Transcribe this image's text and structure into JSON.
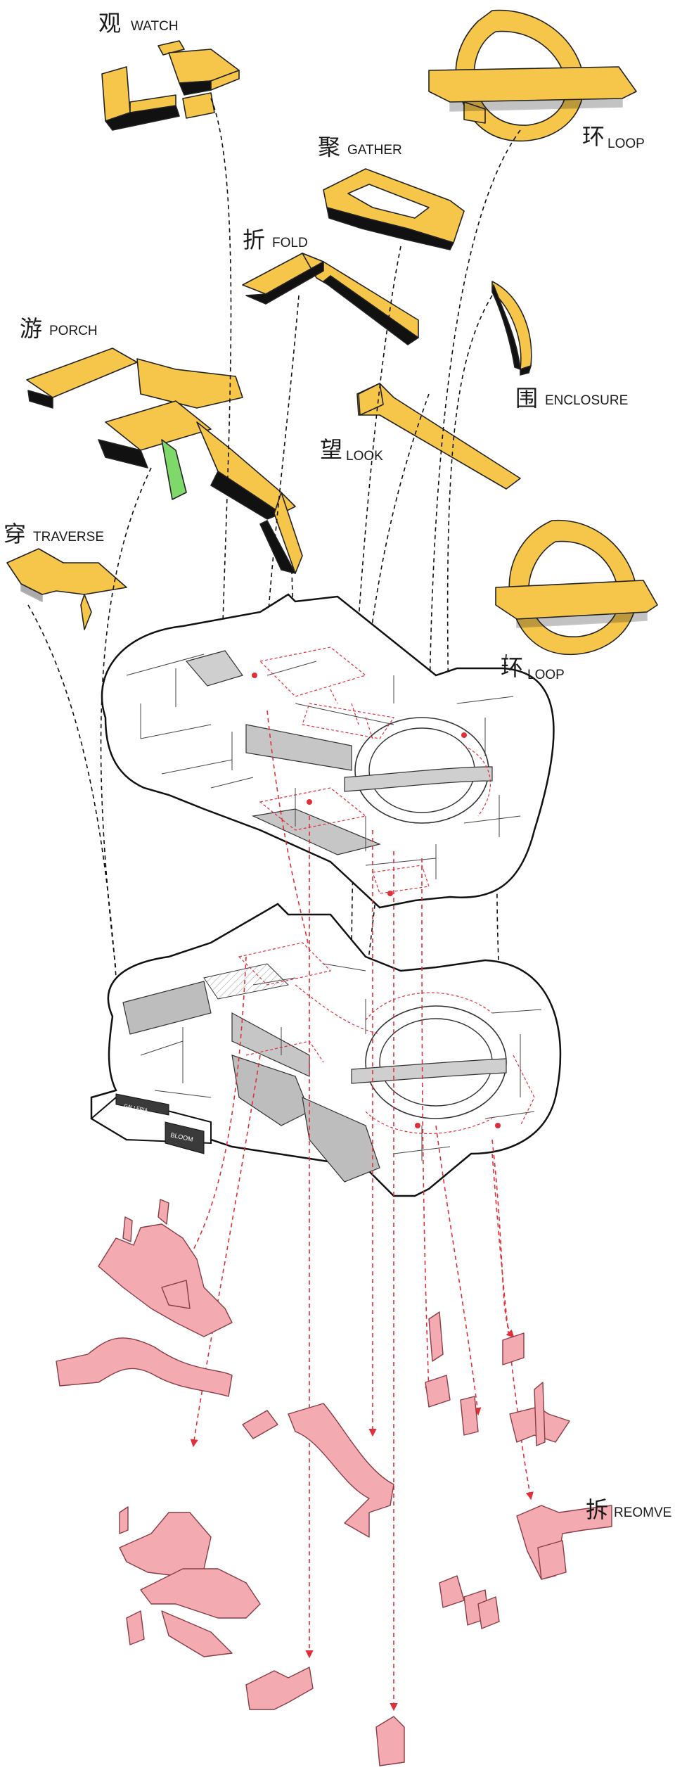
{
  "labels": {
    "watch": {
      "zh": "观",
      "en": "WATCH"
    },
    "loop_top": {
      "zh": "环",
      "en": "LOOP"
    },
    "gather": {
      "zh": "聚",
      "en": "GATHER"
    },
    "fold": {
      "zh": "折",
      "en": "FOLD"
    },
    "porch": {
      "zh": "游",
      "en": "PORCH"
    },
    "enclosure": {
      "zh": "围",
      "en": "ENCLOSURE"
    },
    "look": {
      "zh": "望",
      "en": "LOOK"
    },
    "traverse": {
      "zh": "穿",
      "en": "TRAVERSE"
    },
    "loop_mid": {
      "zh": "环",
      "en": "LOOP"
    },
    "remove": {
      "zh": "拆",
      "en": "REOMVE"
    }
  },
  "signage": {
    "shop_sign": "GALLERIA",
    "gallery_sign": "BLOOM"
  },
  "colors": {
    "added_volume": "#f6c64a",
    "added_volume_shadow": "#111111",
    "stair_green": "#7fd96a",
    "removed_volume": "#f4aab1",
    "removed_edge": "#8a3d44",
    "red_dashed": "#e0303a",
    "plan_line": "#333333",
    "plan_fill": "#ffffff",
    "plan_grey": "#bdbdbd"
  }
}
